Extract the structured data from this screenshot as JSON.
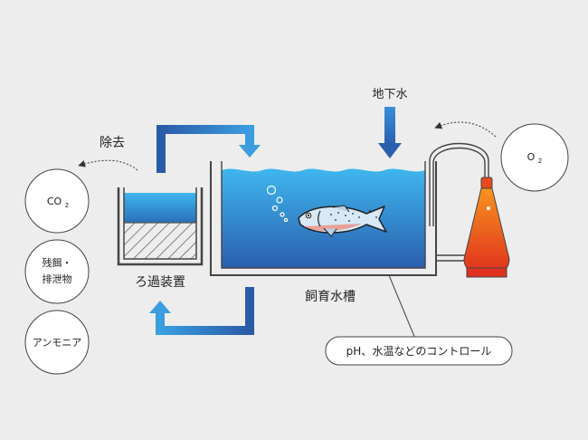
{
  "labels": {
    "removal": "除去",
    "groundwater": "地下水",
    "filter": "ろ過装置",
    "tank": "飼育水槽",
    "control": "pH、水温などのコントロール"
  },
  "removed_items": [
    {
      "main": "CO",
      "sub": "2"
    },
    {
      "line1": "残餌・",
      "line2": "排泄物"
    },
    {
      "main": "アンモニア"
    }
  ],
  "oxygen": {
    "main": "O",
    "sub": "2"
  },
  "colors": {
    "water_top": "#3fb6ee",
    "water_bottom": "#2a5fae",
    "pipe_top": "#3a9ee0",
    "pipe_bottom": "#2a5aa8",
    "generator_top": "#f7931e",
    "generator_bottom": "#e0301e"
  }
}
